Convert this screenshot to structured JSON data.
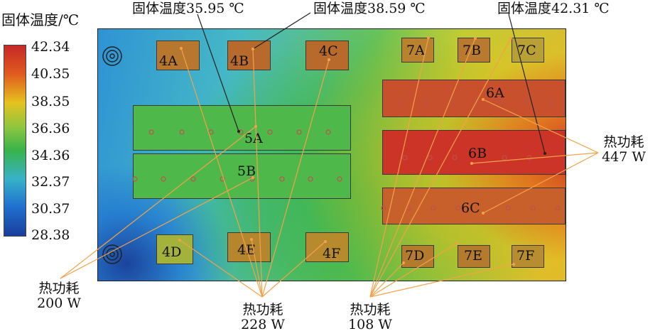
{
  "legend": {
    "title": "固体温度/℃",
    "ticks": [
      "42.34",
      "40.35",
      "38.35",
      "36.36",
      "34.36",
      "32.37",
      "30.37",
      "28.38"
    ]
  },
  "probes": [
    {
      "id": "probe-1",
      "text": "固体温度35.95 ℃"
    },
    {
      "id": "probe-2",
      "text": "固体温度38.59 ℃"
    },
    {
      "id": "probe-3",
      "text": "固体温度42.31 ℃"
    }
  ],
  "components": {
    "4A": "4A",
    "4B": "4B",
    "4C": "4C",
    "4D": "4D",
    "4E": "4E",
    "4F": "4F",
    "5A": "5A",
    "5B": "5B",
    "6A": "6A",
    "6B": "6B",
    "6C": "6C",
    "7A": "7A",
    "7B": "7B",
    "7C": "7C",
    "7D": "7D",
    "7E": "7E",
    "7F": "7F"
  },
  "annotations": {
    "g200": {
      "label": "热功耗",
      "value": "200 W"
    },
    "g228": {
      "label": "热功耗",
      "value": "228 W"
    },
    "g108": {
      "label": "热功耗",
      "value": "108 W"
    },
    "g447": {
      "label": "热功耗",
      "value": "447 W"
    }
  },
  "colors": {
    "accent_line": "#f2a24a",
    "probe_line": "#222222",
    "scale": [
      "#c62828",
      "#e05b1e",
      "#e5c21e",
      "#8ec63f",
      "#37b34a",
      "#38b2c8",
      "#1f6fd0",
      "#1a3e9a"
    ]
  }
}
